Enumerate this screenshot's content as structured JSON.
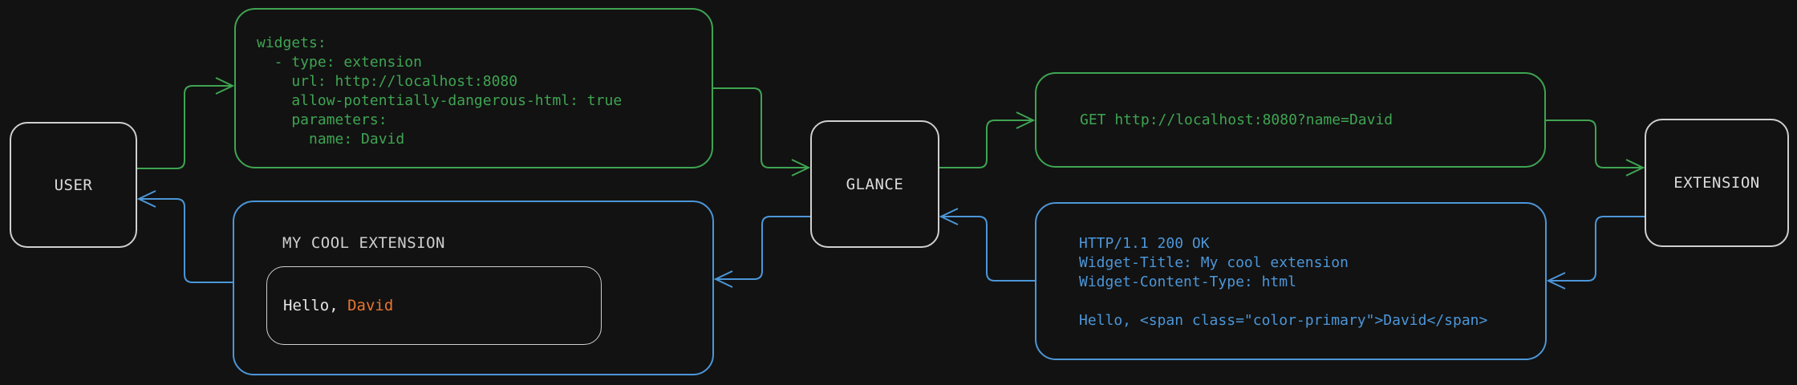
{
  "colors": {
    "background": "#121212",
    "request_green": "#3fa452",
    "response_blue": "#4c96d8",
    "highlight_orange": "#e8762f",
    "neutral_gray": "#cfcfcf"
  },
  "nodes": {
    "user": {
      "label": "USER"
    },
    "glance": {
      "label": "GLANCE"
    },
    "extension": {
      "label": "EXTENSION"
    }
  },
  "config_box": {
    "code": "widgets:\n  - type: extension\n    url: http://localhost:8080\n    allow-potentially-dangerous-html: true\n    parameters:\n      name: David"
  },
  "request_box": {
    "code": "GET http://localhost:8080?name=David"
  },
  "response_box": {
    "code": "HTTP/1.1 200 OK\nWidget-Title: My cool extension\nWidget-Content-Type: html\n\nHello, <span class=\"color-primary\">David</span>"
  },
  "preview_box": {
    "title": "MY COOL EXTENSION",
    "greeting_prefix": "Hello, ",
    "greeting_name": "David"
  },
  "edges": [
    {
      "from": "user",
      "to": "config-box",
      "kind": "request"
    },
    {
      "from": "config-box",
      "to": "glance",
      "kind": "request"
    },
    {
      "from": "glance",
      "to": "request-box",
      "kind": "request"
    },
    {
      "from": "request-box",
      "to": "extension",
      "kind": "request"
    },
    {
      "from": "extension",
      "to": "response-box",
      "kind": "response"
    },
    {
      "from": "response-box",
      "to": "glance",
      "kind": "response"
    },
    {
      "from": "glance",
      "to": "preview-box",
      "kind": "response"
    },
    {
      "from": "preview-box",
      "to": "user",
      "kind": "response"
    }
  ]
}
